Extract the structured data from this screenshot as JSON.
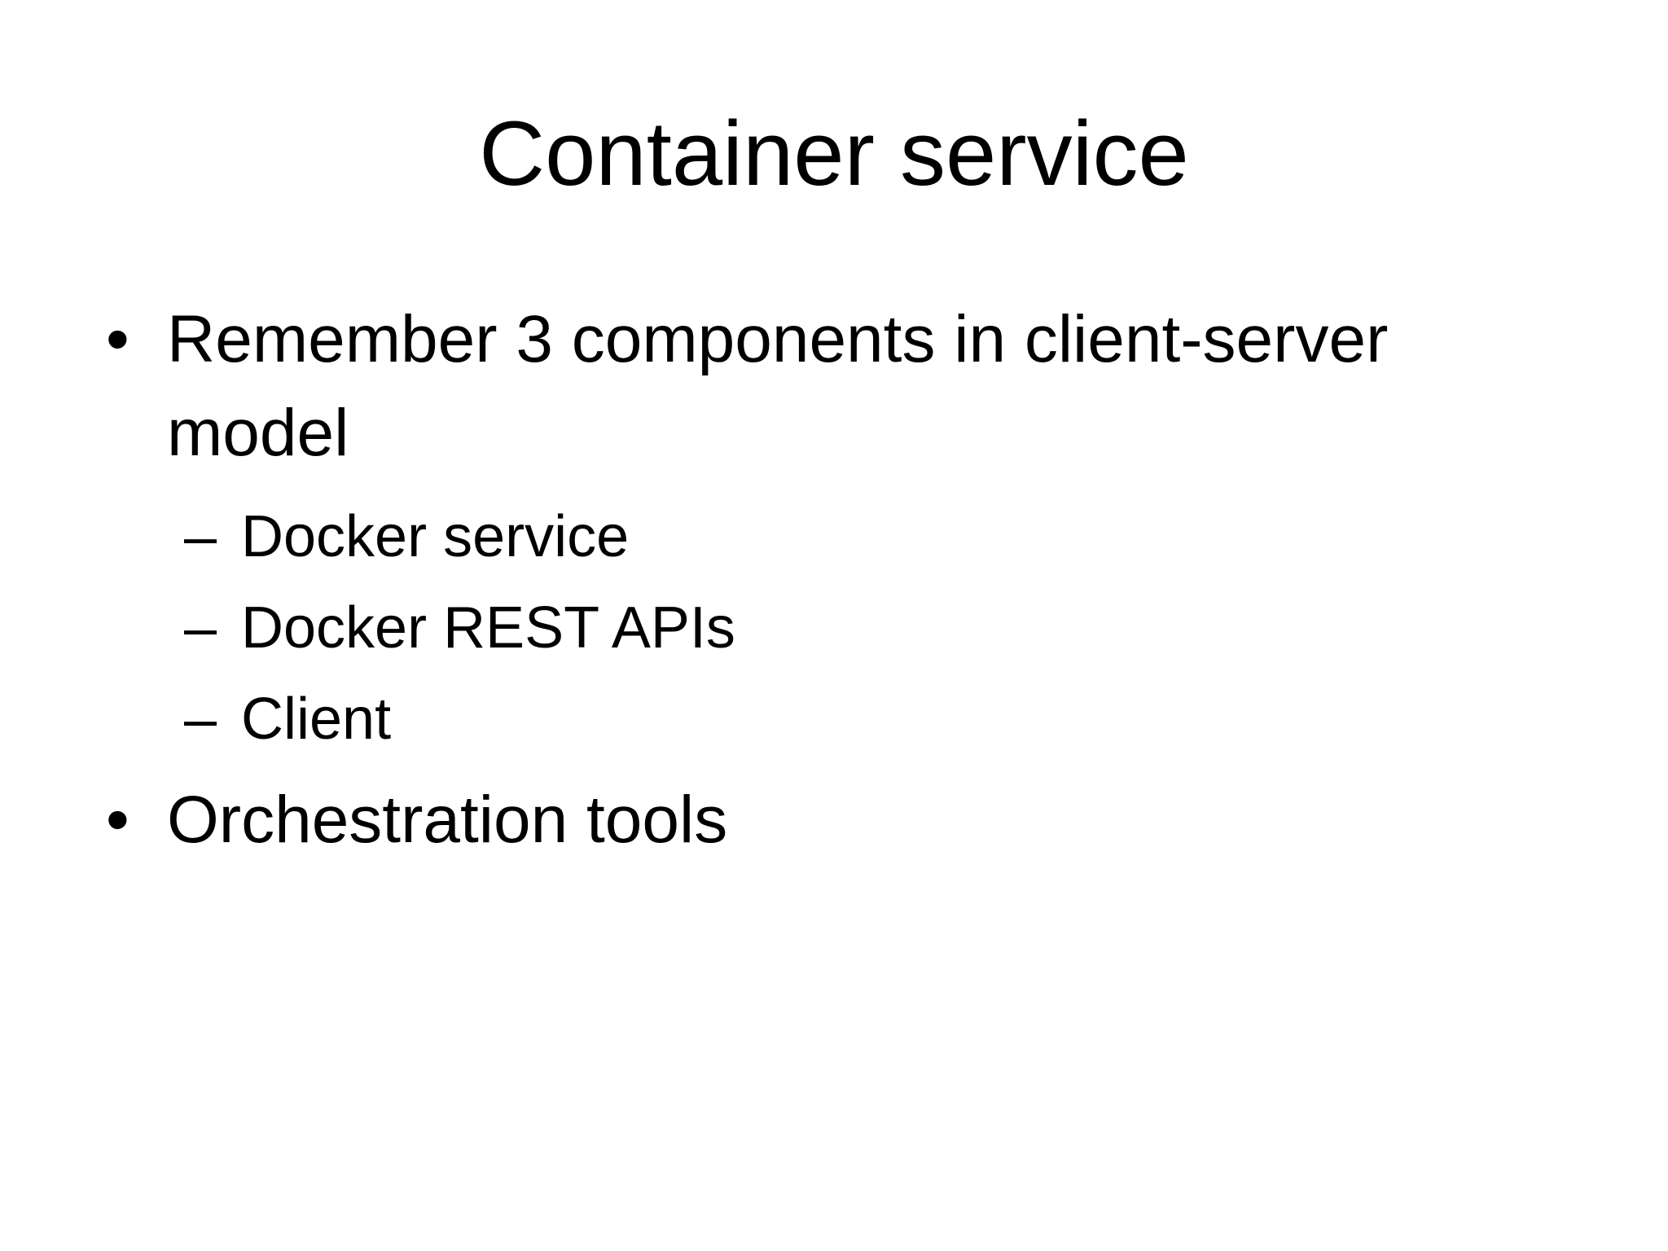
{
  "slide": {
    "title": "Container service",
    "markers": {
      "bullet": "•",
      "dash": "–"
    },
    "bullets": [
      {
        "text": "Remember 3 components in client-server model",
        "children": [
          "Docker service",
          "Docker REST APIs",
          "Client"
        ]
      },
      {
        "text": "Orchestration tools",
        "children": []
      }
    ],
    "colors": {
      "background": "#ffffff",
      "text": "#000000"
    }
  }
}
